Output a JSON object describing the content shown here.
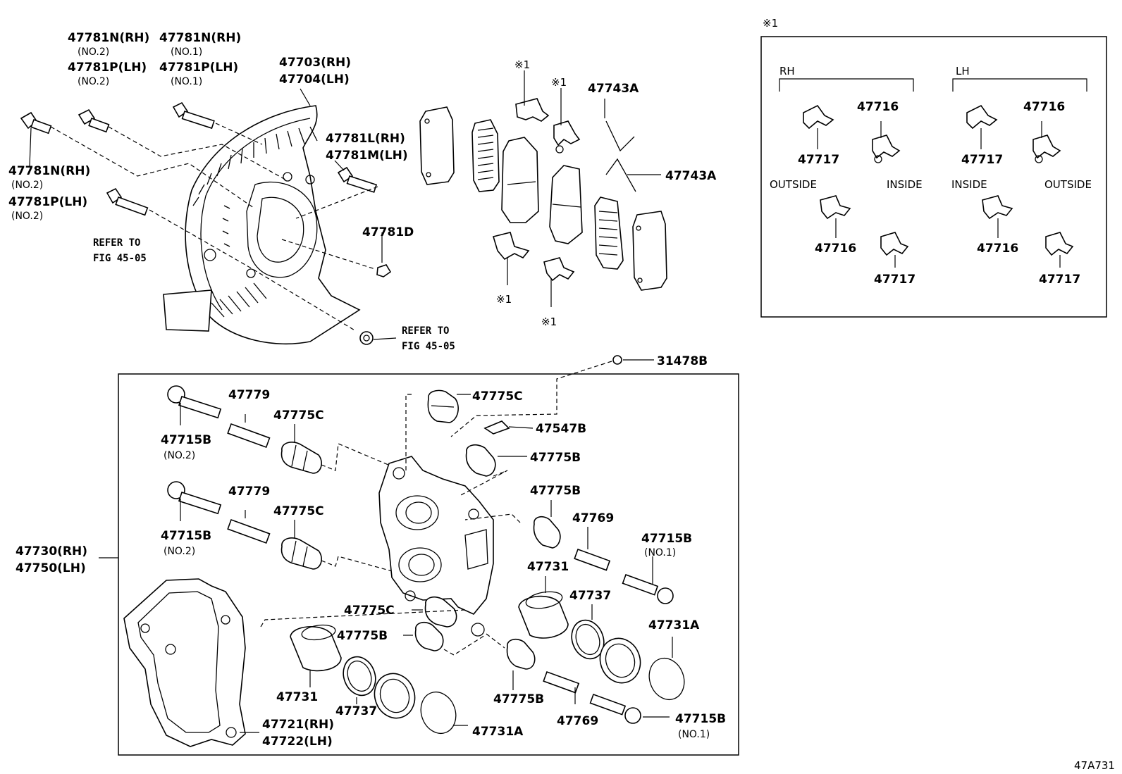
{
  "labels": {
    "n47781n_rh_no2_top": "47781N(RH)",
    "no2_a": "(NO.2)",
    "n47781p_lh_no2_top": "47781P(LH)",
    "no2_b": "(NO.2)",
    "n47781n_rh_no1": "47781N(RH)",
    "no1_a": "(NO.1)",
    "n47781p_lh_no1": "47781P(LH)",
    "no1_b": "(NO.1)",
    "n47703": "47703(RH)",
    "n47704": "47704(LH)",
    "n47781n_rh_left": "47781N(RH)",
    "no2_c": "(NO.2)",
    "n47781p_lh_left": "47781P(LH)",
    "no2_d": "(NO.2)",
    "refer_a1": "REFER TO",
    "refer_a2": "FIG 45-05",
    "n47781l": "47781L(RH)",
    "n47781m": "47781M(LH)",
    "n47781d": "47781D",
    "refer_b1": "REFER TO",
    "refer_b2": "FIG 45-05",
    "mark_a": "※1",
    "mark_b": "※1",
    "mark_c": "※1",
    "mark_d": "※1",
    "n47743a_top": "47743A",
    "n47743a_mid": "47743A",
    "inset_mark": "※1",
    "rh": "RH",
    "lh": "LH",
    "i47716_rh_top": "47716",
    "i47717_rh_top": "47717",
    "i47716_lh_top": "47716",
    "i47717_lh_top": "47717",
    "outside_rh": "OUTSIDE",
    "inside_rh": "INSIDE",
    "inside_lh": "INSIDE",
    "outside_lh": "OUTSIDE",
    "i47716_rh_bot": "47716",
    "i47717_rh_bot": "47717",
    "i47716_lh_bot": "47716",
    "i47717_lh_bot": "47717",
    "n31478b": "31478B",
    "n47779_a": "47779",
    "n47775c_a": "47775C",
    "n47715b_a": "47715B",
    "no2_e": "(NO.2)",
    "n47775c_top": "47775C",
    "n47547b": "47547B",
    "n47775b_a": "47775B",
    "n47779_b": "47779",
    "n47775c_b": "47775C",
    "n47715b_b": "47715B",
    "no2_f": "(NO.2)",
    "n47775b_b": "47775B",
    "n47769_a": "47769",
    "n47715b_c": "47715B",
    "no1_c": "(NO.1)",
    "n47730": "47730(RH)",
    "n47750": "47750(LH)",
    "n47731_a": "47731",
    "n47737_a": "47737",
    "n47775c_c": "47775C",
    "n47731a_a": "47731A",
    "n47775b_c": "47775B",
    "n47731_b": "47731",
    "n47737_b": "47737",
    "n47775b_d": "47775B",
    "n47769_b": "47769",
    "n47721": "47721(RH)",
    "n47722": "47722(LH)",
    "n47731a_b": "47731A",
    "n47715b_d": "47715B",
    "no1_d": "(NO.1)",
    "code": "47A731"
  }
}
